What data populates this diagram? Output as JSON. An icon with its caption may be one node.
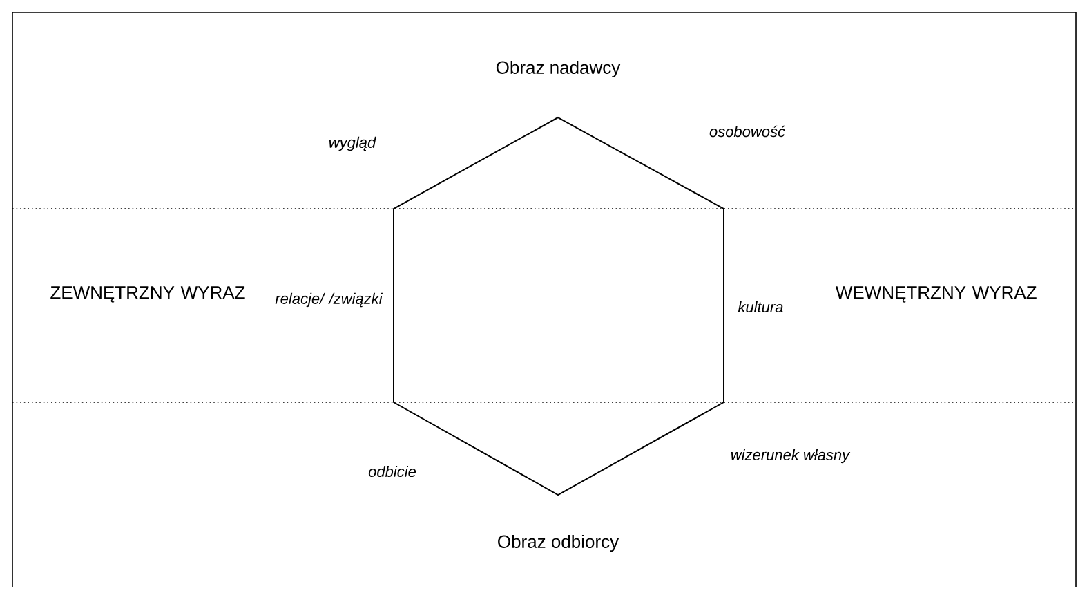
{
  "diagram": {
    "labels": [
      "Obraz nadawcy",
      "wygląd",
      "osobowość",
      "ZEWNĘTRZNY WYRAZ",
      "relacje/ /związki",
      "kultura",
      "WEWNĘTRZNY WYRAZ",
      "odbicie",
      "wizerunek własny",
      "Obraz odbiorcy"
    ]
  }
}
